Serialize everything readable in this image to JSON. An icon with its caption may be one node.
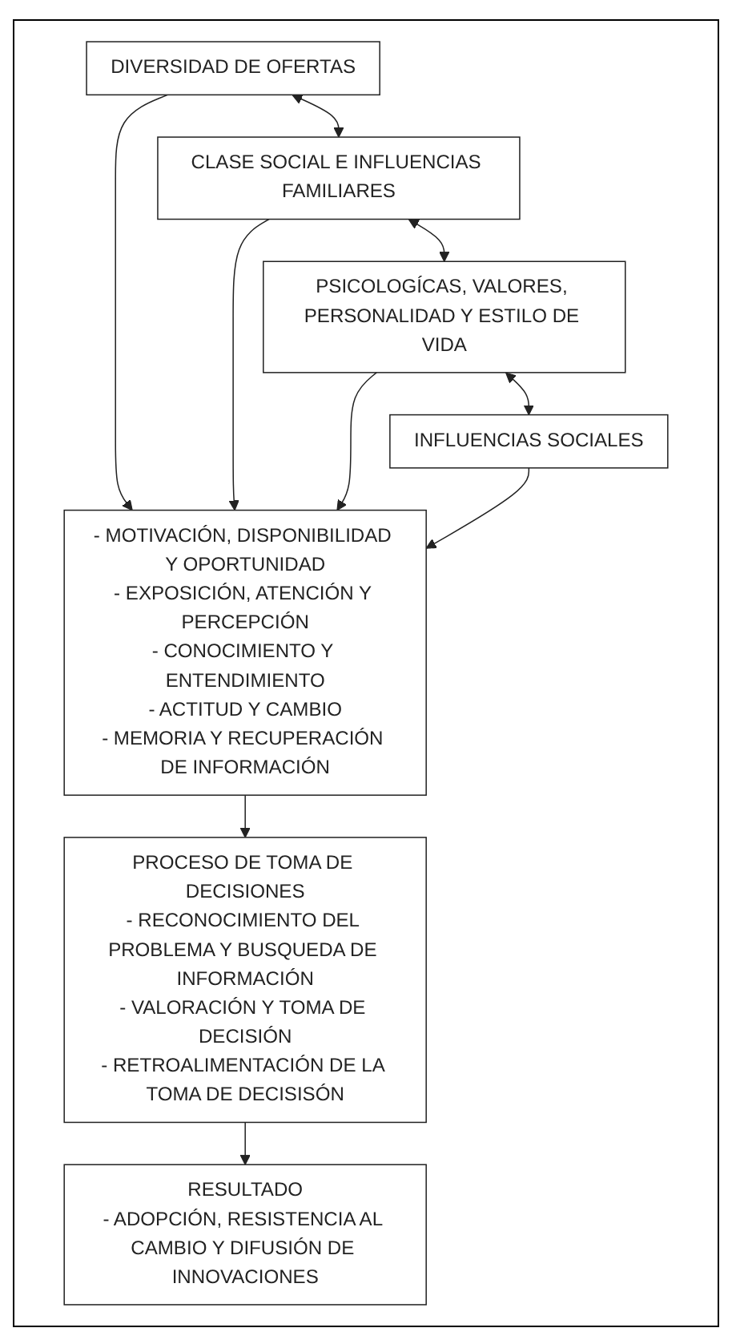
{
  "diagram": {
    "nodes": [
      {
        "text": [
          "DIVERSIDAD DE OFERTAS"
        ]
      },
      {
        "text": [
          "CLASE SOCIAL E INFLUENCIAS FAMILIARES"
        ]
      },
      {
        "text": [
          "PSICOLOGÍCAS, VALORES, PERSONALIDAD Y ESTILO DE VIDA"
        ]
      },
      {
        "text": [
          "INFLUENCIAS SOCIALES"
        ]
      },
      {
        "text": [
          "- MOTIVACIÓN, DISPONIBILIDAD Y OPORTUNIDAD",
          "- EXPOSICIÓN, ATENCIÓN Y PERCEPCIÓN",
          "- CONOCIMIENTO Y ENTENDIMIENTO",
          "- ACTITUD Y CAMBIO",
          "- MEMORIA Y RECUPERACIÓN DE INFORMACIÓN"
        ]
      },
      {
        "text": [
          "PROCESO DE TOMA DE DECISIONES",
          "- RECONOCIMIENTO DEL PROBLEMA Y BUSQUEDA DE INFORMACIÓN",
          "- VALORACIÓN Y TOMA DE DECISIÓN",
          "- RETROALIMENTACIÓN DE LA TOMA DE DECISISÓN"
        ]
      },
      {
        "text": [
          "RESULTADO",
          "- ADOPCIÓN, RESISTENCIA AL CAMBIO Y DIFUSIÓN DE INNOVACIONES"
        ]
      }
    ],
    "edges": [
      {
        "from": 0,
        "to": 1,
        "arrow": "both"
      },
      {
        "from": 1,
        "to": 2,
        "arrow": "both"
      },
      {
        "from": 2,
        "to": 3,
        "arrow": "both"
      },
      {
        "from": 0,
        "to": 4,
        "arrow": "to"
      },
      {
        "from": 1,
        "to": 4,
        "arrow": "to"
      },
      {
        "from": 2,
        "to": 4,
        "arrow": "to"
      },
      {
        "from": 3,
        "to": 4,
        "arrow": "to"
      },
      {
        "from": 4,
        "to": 5,
        "arrow": "to"
      },
      {
        "from": 5,
        "to": 6,
        "arrow": "to"
      }
    ]
  }
}
